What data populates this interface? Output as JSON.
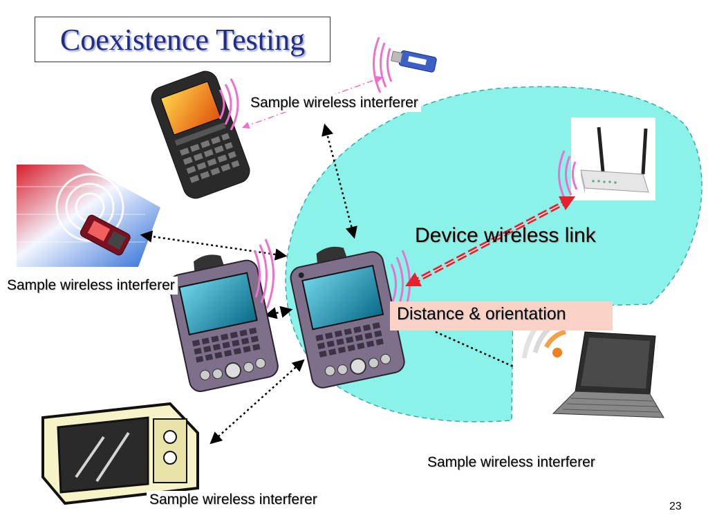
{
  "slide": {
    "title": "Coexistence Testing",
    "page_number": "23"
  },
  "labels": {
    "interferer_top": "Sample wireless interferer",
    "interferer_left": "Sample wireless interferer",
    "interferer_bottom_right": "Sample wireless interferer",
    "interferer_bottom_left": "Sample wireless interferer",
    "device_link": "Device wireless link",
    "distance_orientation": "Distance & orientation"
  },
  "icons": {
    "top_phone": "smartphone-icon",
    "usb_dongle": "usb-adapter-icon",
    "router": "wireless-router-icon",
    "left_phone": "flip-phone-icon",
    "pda_left": "pda-device-icon",
    "pda_right": "pda-device-icon",
    "microwave": "microwave-oven-icon",
    "laptop": "laptop-icon"
  },
  "colors": {
    "coverage_area": "#8af2e8",
    "link_arrow": "#e8202e",
    "signal_waves": "#ee6fd0",
    "title_text": "#1f2d86",
    "distance_box": "#fbd3c6"
  }
}
